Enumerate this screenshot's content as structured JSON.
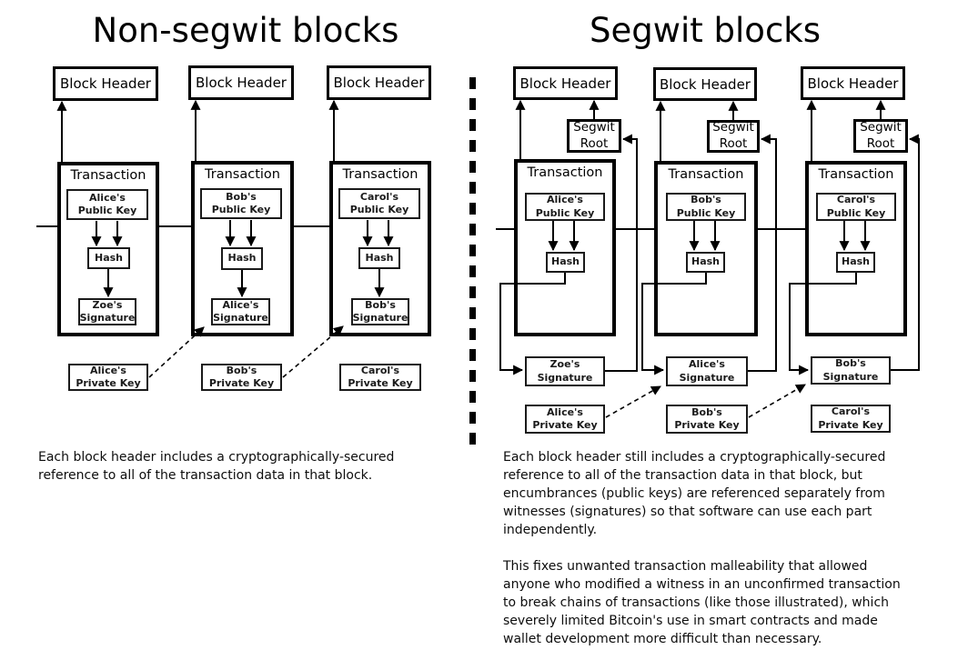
{
  "left_panel": {
    "title": "Non-segwit blocks",
    "description": "Each block header includes a cryptographically-secured\nreference to all of the transaction data in that block.",
    "columns": [
      {
        "block_header": "Block Header",
        "transaction": "Transaction",
        "public_key": "Alice's\nPublic Key",
        "hash": "Hash",
        "signature": "Zoe's\nSignature",
        "private_key": "Alice's\nPrivate Key"
      },
      {
        "block_header": "Block Header",
        "transaction": "Transaction",
        "public_key": "Bob's\nPublic Key",
        "hash": "Hash",
        "signature": "Alice's\nSignature",
        "private_key": "Bob's\nPrivate Key"
      },
      {
        "block_header": "Block Header",
        "transaction": "Transaction",
        "public_key": "Carol's\nPublic Key",
        "hash": "Hash",
        "signature": "Bob's\nSignature",
        "private_key": "Carol's\nPrivate Key"
      }
    ]
  },
  "right_panel": {
    "title": "Segwit blocks",
    "description_1": "Each block header still includes a cryptographically-secured\nreference to all of the transaction data in that block, but\nencumbrances (public keys) are referenced separately from\nwitnesses (signatures) so that software can use each part\nindependently.",
    "description_2": "This fixes unwanted transaction malleability that allowed\nanyone who modified a witness in an unconfirmed transaction\nto break chains of transactions (like those illustrated), which\nseverely limited Bitcoin's use in smart contracts and made\nwallet development more difficult than necessary.",
    "columns": [
      {
        "block_header": "Block Header",
        "segwit_root": "Segwit\nRoot",
        "transaction": "Transaction",
        "public_key": "Alice's\nPublic Key",
        "hash": "Hash",
        "signature": "Zoe's\nSignature",
        "private_key": "Alice's\nPrivate Key"
      },
      {
        "block_header": "Block Header",
        "segwit_root": "Segwit\nRoot",
        "transaction": "Transaction",
        "public_key": "Bob's\nPublic Key",
        "hash": "Hash",
        "signature": "Alice's\nSignature",
        "private_key": "Bob's\nPrivate Key"
      },
      {
        "block_header": "Block Header",
        "segwit_root": "Segwit\nRoot",
        "transaction": "Transaction",
        "public_key": "Carol's\nPublic Key",
        "hash": "Hash",
        "signature": "Bob's\nSignature",
        "private_key": "Carol's\nPrivate Key"
      }
    ]
  },
  "colors": {
    "ink": "#000000",
    "background": "#ffffff"
  }
}
